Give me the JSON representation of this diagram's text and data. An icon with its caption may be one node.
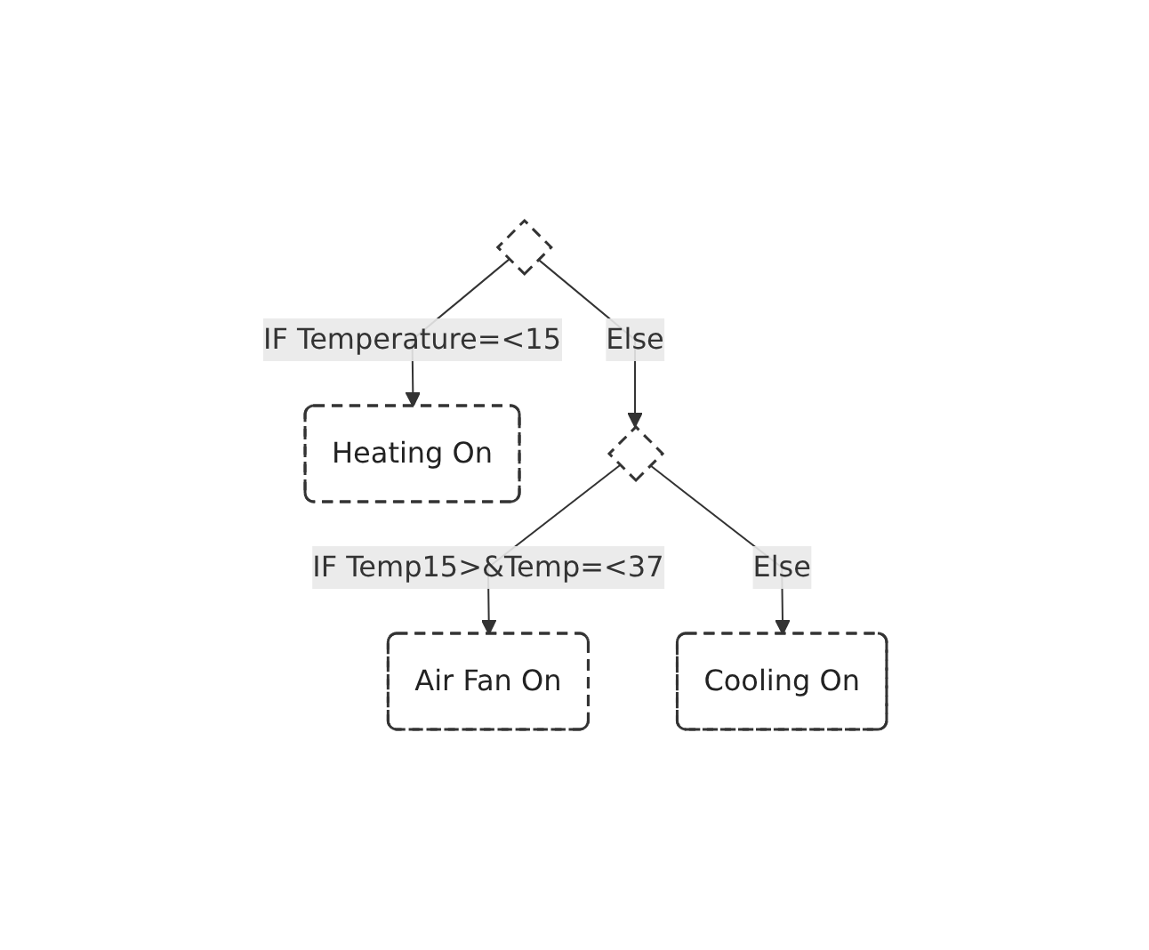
{
  "diagram": {
    "nodes": [
      {
        "text": [],
        "shape": "diamond"
      },
      {
        "text": [
          "Heating On"
        ]
      },
      {
        "text": [],
        "shape": "diamond"
      },
      {
        "text": [
          "Air Fan On"
        ]
      },
      {
        "text": [
          "Cooling On"
        ]
      }
    ],
    "edges": [
      {
        "from": 0,
        "to": 1,
        "arrow": "to",
        "label": "IF Temperature=<15"
      },
      {
        "from": 0,
        "to": 2,
        "arrow": "to",
        "label": "Else"
      },
      {
        "from": 2,
        "to": 3,
        "arrow": "to",
        "label": "IF Temp15>&Temp=<37"
      },
      {
        "from": 2,
        "to": 4,
        "arrow": "to",
        "label": "Else"
      }
    ]
  }
}
